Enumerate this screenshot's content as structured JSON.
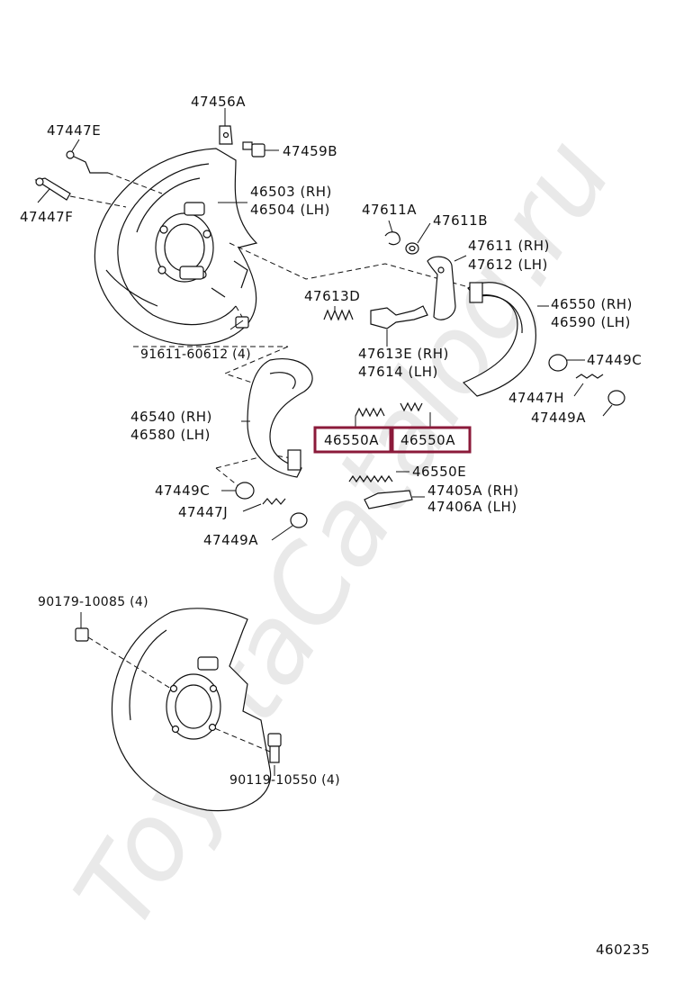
{
  "watermark": "ToyotaCatalog.ru",
  "diagram_code": "460235",
  "labels": {
    "p47456A": "47456A",
    "p47447E": "47447E",
    "p47459B": "47459B",
    "p46503": "46503 (RH)",
    "p46504": "46504 (LH)",
    "p47447F": "47447F",
    "p47611A": "47611A",
    "p47611B": "47611B",
    "p47611": "47611 (RH)",
    "p47612": "47612 (LH)",
    "p47613D": "47613D",
    "p46550": "46550 (RH)",
    "p46590": "46590 (LH)",
    "p91611": "91611-60612 (4)",
    "p47613E": "47613E (RH)",
    "p47614": "47614 (LH)",
    "p47449C_r": "47449C",
    "p47447H": "47447H",
    "p47449A_r": "47449A",
    "p46540": "46540 (RH)",
    "p46580": "46580 (LH)",
    "p46550A_1": "46550A",
    "p46550A_2": "46550A",
    "p46550E": "46550E",
    "p47449C_l": "47449C",
    "p47405A": "47405A (RH)",
    "p47406A": "47406A (LH)",
    "p47447J": "47447J",
    "p47449A_l": "47449A",
    "p90179": "90179-10085 (4)",
    "p90119": "90119-10550 (4)"
  },
  "highlight_color": "#8b1a3a"
}
